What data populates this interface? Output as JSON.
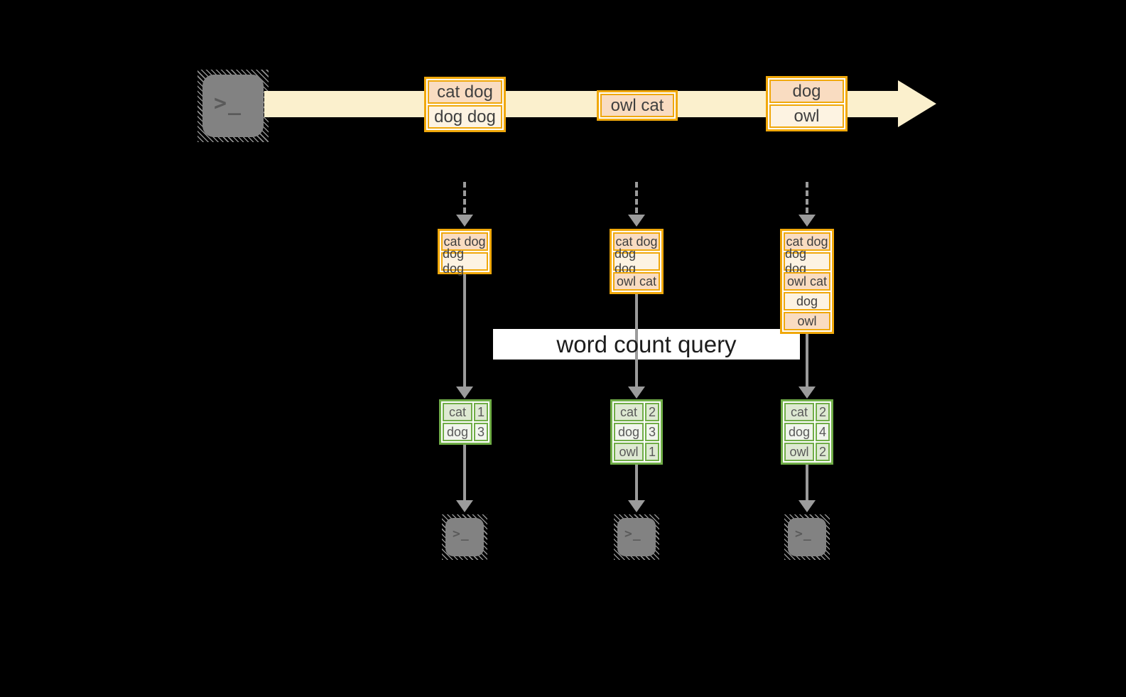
{
  "colors": {
    "amber_border": "#f0a80b",
    "peach_fill": "#f9dcc1",
    "cream_fill": "#fdf3e2",
    "band_fill": "#fbf0cd",
    "green_border": "#70ad47",
    "green_fill_dark": "#dee9d2",
    "green_fill_light": "#f1f5ed",
    "arrow_gray": "#9b9b9b",
    "terminal_gray": "#828282",
    "box_text": "#3f3f3f",
    "table_text": "#595959",
    "label_text": "#1c1c1c",
    "label_bg": "#ffffff",
    "canvas_bg": "#000000"
  },
  "source": {
    "glyph": ">_"
  },
  "timeline": {
    "batches": [
      {
        "lines": [
          "cat dog",
          "dog dog"
        ]
      },
      {
        "lines": [
          "owl cat"
        ]
      },
      {
        "lines": [
          "dog",
          "owl"
        ]
      }
    ]
  },
  "query_label": "word count query",
  "columns": [
    {
      "buffer": [
        "cat dog",
        "dog dog"
      ],
      "counts": [
        {
          "word": "cat",
          "count": "1"
        },
        {
          "word": "dog",
          "count": "3"
        }
      ],
      "output_glyph": ">_"
    },
    {
      "buffer": [
        "cat dog",
        "dog dog",
        "owl cat"
      ],
      "counts": [
        {
          "word": "cat",
          "count": "2"
        },
        {
          "word": "dog",
          "count": "3"
        },
        {
          "word": "owl",
          "count": "1"
        }
      ],
      "output_glyph": ">_"
    },
    {
      "buffer": [
        "cat dog",
        "dog dog",
        "owl cat",
        "dog",
        "owl"
      ],
      "counts": [
        {
          "word": "cat",
          "count": "2"
        },
        {
          "word": "dog",
          "count": "4"
        },
        {
          "word": "owl",
          "count": "2"
        }
      ],
      "output_glyph": ">_"
    }
  ]
}
